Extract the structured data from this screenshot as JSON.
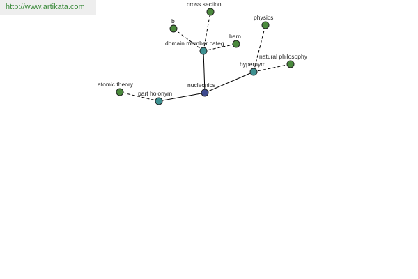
{
  "watermark": {
    "text": "http://www.artikata.com"
  },
  "colors": {
    "center": "#3d4a8f",
    "relation": "#3e9191",
    "leaf": "#4b8a3d",
    "watermark_bg": "#eeeeee",
    "watermark_text": "#3a8a3a"
  },
  "graph": {
    "center": {
      "id": "nucleonics",
      "label": "nucleonics",
      "kind": "center"
    },
    "relations": [
      {
        "id": "domain-member-category",
        "label": "domain member categ",
        "kind": "relation"
      },
      {
        "id": "hypernym",
        "label": "hypernym",
        "kind": "relation"
      },
      {
        "id": "part-holonym",
        "label": "part holonym",
        "kind": "relation"
      }
    ],
    "leaves": [
      {
        "id": "cross-section",
        "label": "cross section",
        "parent": "domain-member-category",
        "kind": "leaf"
      },
      {
        "id": "b",
        "label": "b",
        "parent": "domain-member-category",
        "kind": "leaf"
      },
      {
        "id": "barn",
        "label": "barn",
        "parent": "domain-member-category",
        "kind": "leaf"
      },
      {
        "id": "physics",
        "label": "physics",
        "parent": "hypernym",
        "kind": "leaf"
      },
      {
        "id": "natural-philosophy",
        "label": "natural philosophy",
        "parent": "hypernym",
        "kind": "leaf"
      },
      {
        "id": "atomic-theory",
        "label": "atomic theory",
        "parent": "part-holonym",
        "kind": "leaf"
      }
    ]
  }
}
